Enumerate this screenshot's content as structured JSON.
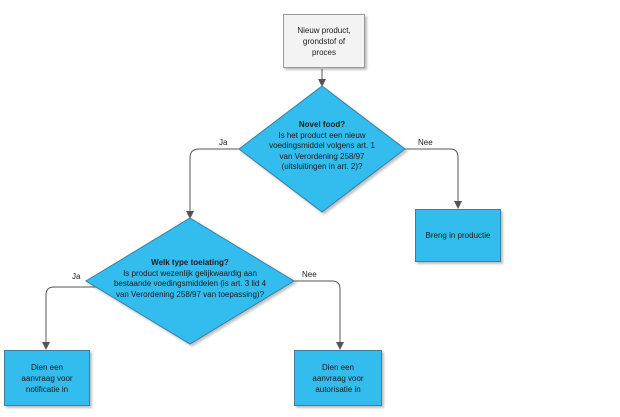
{
  "diagram": {
    "start": {
      "text": "Nieuw product, grondstof of proces"
    },
    "decision1": {
      "title": "Novel food?",
      "question": "Is het product een nieuw voedingsmiddel volgens art. 1 van Verordening 258/97 (uitsluitingen in art. 2)?",
      "yes_label": "Ja",
      "no_label": "Nee"
    },
    "process_production": {
      "text": "Breng in productie"
    },
    "decision2": {
      "title": "Welk type toelating?",
      "question": "Is product wezenlijk gelijkwaardig aan bestaande voedingsmiddelen (is art. 3 lid 4 van Verordening 258/97 van toepassing)?",
      "yes_label": "Ja",
      "no_label": "Nee"
    },
    "process_notification": {
      "text": "Dien een aanvraag voor notificatie in"
    },
    "process_authorisation": {
      "text": "Dien een aanvraag voor autorisatie in"
    },
    "colors": {
      "decision_fill": "#33bdee",
      "decision_stroke": "#3a7ea3",
      "start_fill": "#f3f3f3",
      "connector": "#555555"
    }
  }
}
